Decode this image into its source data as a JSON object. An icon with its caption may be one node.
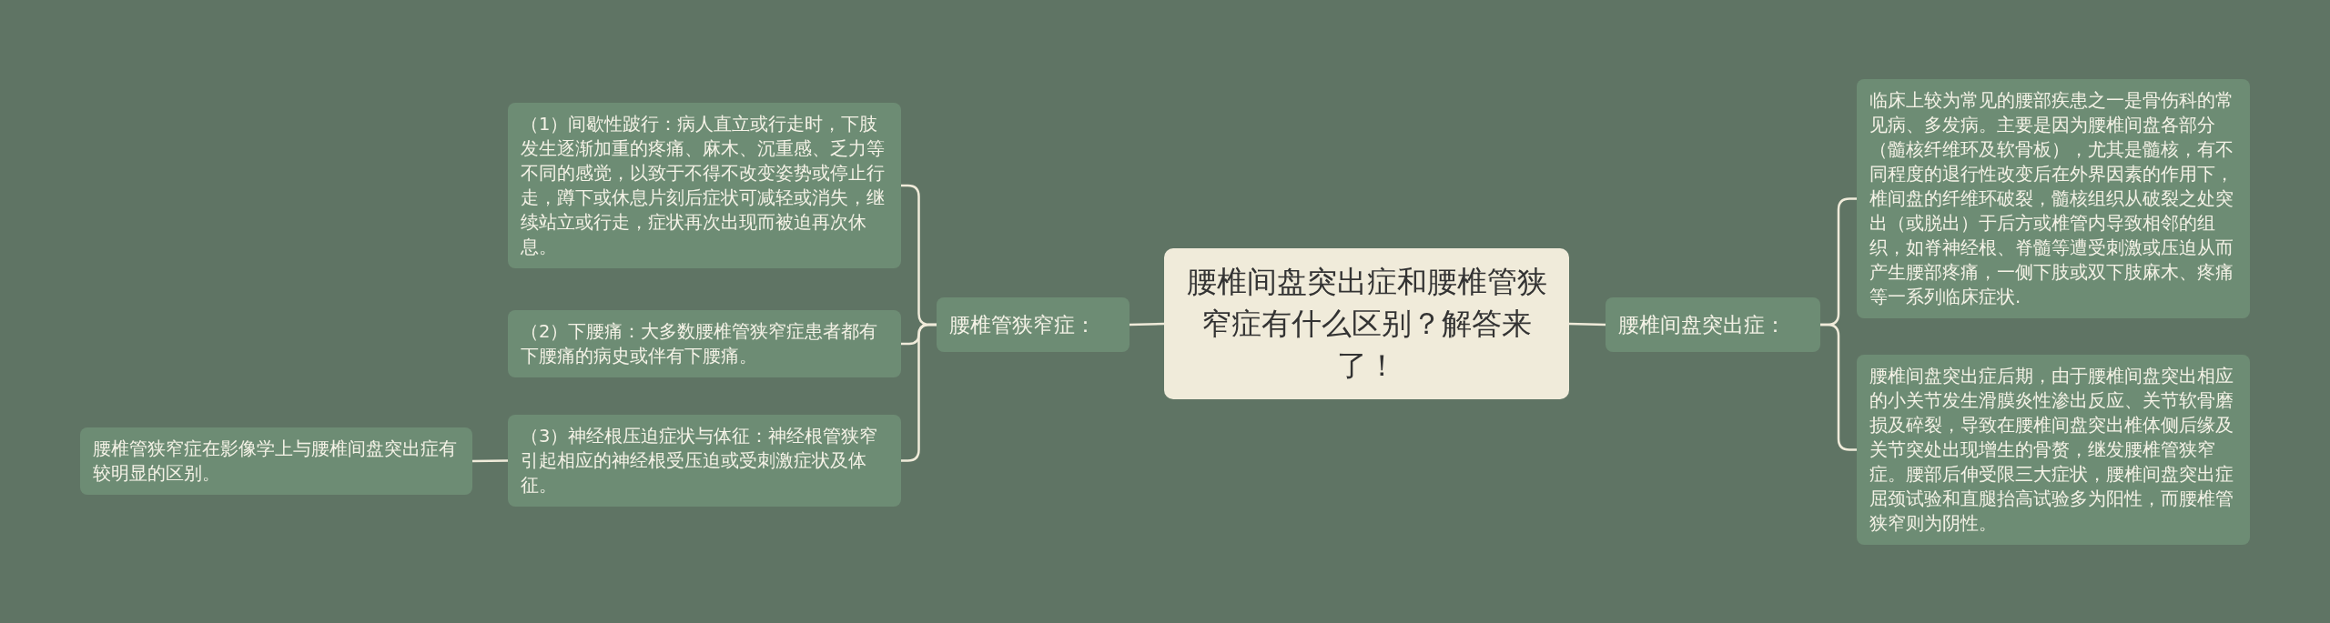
{
  "diagram": {
    "nodes": [
      {
        "text": [
          "腰椎间盘突出症和腰椎管狭窄症有什么区别？解答来了！"
        ]
      },
      {
        "text": [
          "腰椎管狭窄症："
        ]
      },
      {
        "text": [
          "（1）间歇性跛行：病人直立或行走时，下肢发生逐渐加重的疼痛、麻木、沉重感、乏力等不同的感觉，以致于不得不改变姿势或停止行走，蹲下或休息片刻后症状可减轻或消失，继续站立或行走，症状再次出现而被迫再次休息。"
        ]
      },
      {
        "text": [
          "（2）下腰痛：大多数腰椎管狭窄症患者都有下腰痛的病史或伴有下腰痛。"
        ]
      },
      {
        "text": [
          "（3）神经根压迫症状与体征：神经根管狭窄引起相应的神经根受压迫或受刺激症状及体征。"
        ]
      },
      {
        "text": [
          "腰椎管狭窄症在影像学上与腰椎间盘突出症有较明显的区别。"
        ]
      },
      {
        "text": [
          "腰椎间盘突出症："
        ]
      },
      {
        "text": [
          "临床上较为常见的腰部疾患之一是骨伤科的常见病、多发病。主要是因为腰椎间盘各部分（髓核纤维环及软骨板），尤其是髓核，有不同程度的退行性改变后在外界因素的作用下，椎间盘的纤维环破裂，髓核组织从破裂之处突出（或脱出）于后方或椎管内导致相邻的组织，如脊神经根、脊髓等遭受刺激或压迫从而产生腰部疼痛，一侧下肢或双下肢麻木、疼痛等一系列临床症状."
        ]
      },
      {
        "text": [
          "腰椎间盘突出症后期，由于腰椎间盘突出相应的小关节发生滑膜炎性渗出反应、关节软骨磨损及碎裂，导致在腰椎间盘突出椎体侧后缘及关节突处出现增生的骨赘，继发腰椎管狭窄症。腰部后伸受限三大症状，腰椎间盘突出症屈颈试验和直腿抬高试验多为阳性，而腰椎管狭窄则为阴性。"
        ]
      }
    ],
    "edges": [
      {
        "from": 0,
        "to": 1,
        "arrow": "none"
      },
      {
        "from": 1,
        "to": 2,
        "arrow": "none"
      },
      {
        "from": 1,
        "to": 3,
        "arrow": "none"
      },
      {
        "from": 1,
        "to": 4,
        "arrow": "none"
      },
      {
        "from": 4,
        "to": 5,
        "arrow": "none"
      },
      {
        "from": 0,
        "to": 6,
        "arrow": "none"
      },
      {
        "from": 6,
        "to": 7,
        "arrow": "none"
      },
      {
        "from": 6,
        "to": 8,
        "arrow": "none"
      }
    ]
  }
}
